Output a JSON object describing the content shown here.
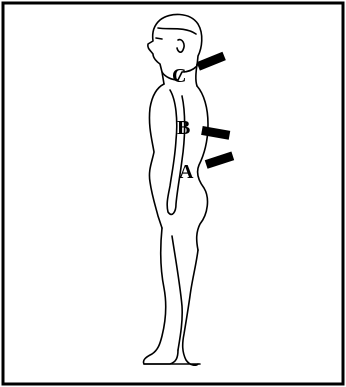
{
  "labels": {
    "c": "C",
    "b": "B",
    "a": "A"
  },
  "colors": {
    "border": "#000000",
    "marker": "#000000",
    "line": "#000000",
    "background": "#ffffff"
  }
}
